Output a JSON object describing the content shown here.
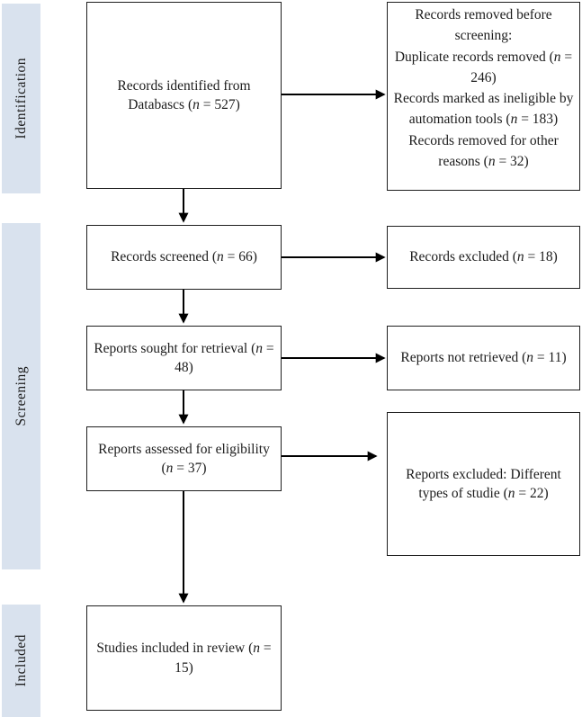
{
  "diagram": {
    "type": "prisma-flow",
    "stages": [
      {
        "label": "Identification"
      },
      {
        "label": "Screening"
      },
      {
        "label": "Included"
      }
    ],
    "flow_boxes": [
      {
        "text": "Records identified from Databascs (n = 527)"
      },
      {
        "text": "Records screened (n = 66)"
      },
      {
        "text": "Reports sought for retrieval (n = 48)"
      },
      {
        "text": "Reports assessed for eligibility (n = 37)"
      },
      {
        "text": "Studies included in review (n = 15)"
      }
    ],
    "side_boxes": [
      {
        "lines": [
          "Records removed before screening:",
          "Duplicate records removed (n = 246)",
          "Records marked as ineligible by automation tools (n = 183)",
          "Records removed for other reasons (n = 32)"
        ]
      },
      {
        "text": "Records excluded (n = 18)"
      },
      {
        "text": "Reports not retrieved (n = 11)"
      },
      {
        "text": "Reports excluded: Different types of studie (n = 22)"
      }
    ]
  },
  "colors": {
    "stage_fill": "#d9e2ee",
    "box_border": "#1f1f1f",
    "arrow": "#000000",
    "text": "#1c1c1c",
    "background": "#ffffff"
  }
}
